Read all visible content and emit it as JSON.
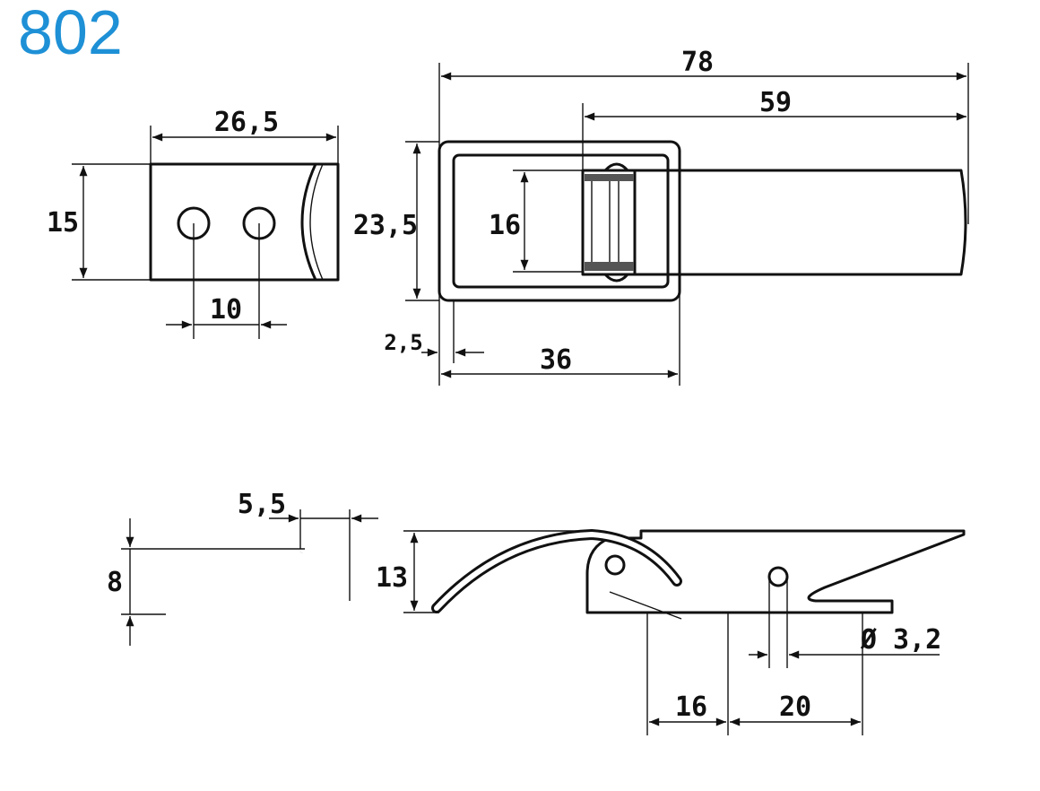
{
  "title": "802",
  "title_color": "#1e90d6",
  "dimensions": {
    "plate_width": "26,5",
    "plate_height": "15",
    "hole_spacing": "10",
    "total_length": "78",
    "lever_length": "59",
    "frame_height": "23,5",
    "catch_height": "16",
    "frame_wall": "2,5",
    "frame_length": "36",
    "clip_height": "8",
    "clip_depth": "5,5",
    "side_height": "13",
    "side_offset": "16",
    "hole_distance": "20",
    "hole_diameter": "Ø 3,2"
  }
}
